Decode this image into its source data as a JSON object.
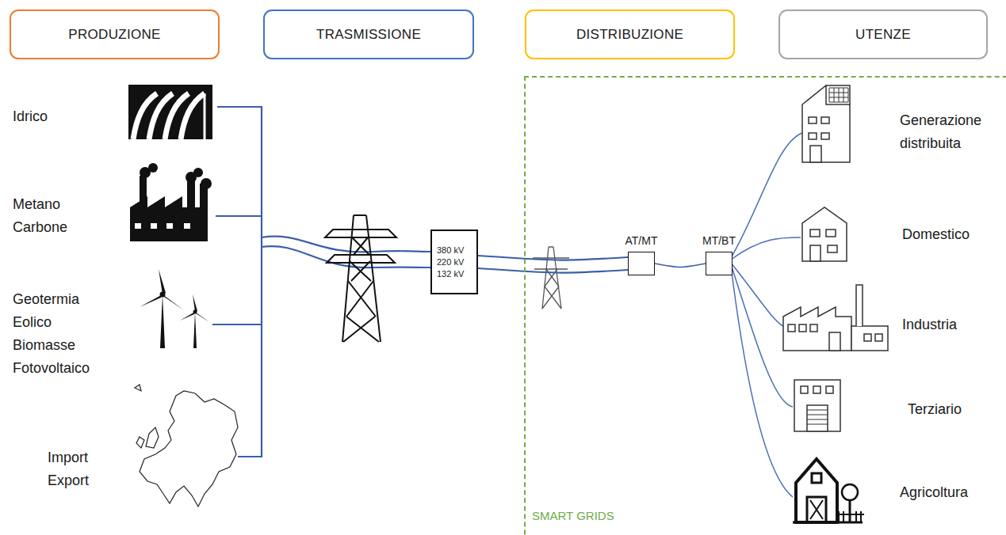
{
  "diagram": {
    "nodes": [
      {
        "text": [
          "PRODUZIONE"
        ]
      },
      {
        "text": [
          "TRASMISSIONE"
        ]
      },
      {
        "text": [
          "DISTRIBUZIONE"
        ]
      },
      {
        "text": [
          "UTENZE"
        ]
      },
      {
        "text": [
          "380 kV 220 kV 132 kV"
        ]
      },
      {
        "text": [
          "SMART GRIDS"
        ]
      },
      {
        "text": [
          "AT/MT"
        ],
        "in": 5
      },
      {
        "text": [
          "MT/BT"
        ],
        "in": 5
      }
    ],
    "edges": [
      {
        "from": 4,
        "to": 6,
        "arrow": "none"
      },
      {
        "from": 6,
        "to": 7,
        "arrow": "none"
      }
    ],
    "labels": [
      "Idrico",
      "Metano Carbone",
      "Geotermia Eolico Biomasse Fotovoltaico",
      "Import Export",
      "Generazione distribuita",
      "Domestico",
      "Industria",
      "Terziario",
      "Agricoltura"
    ]
  }
}
